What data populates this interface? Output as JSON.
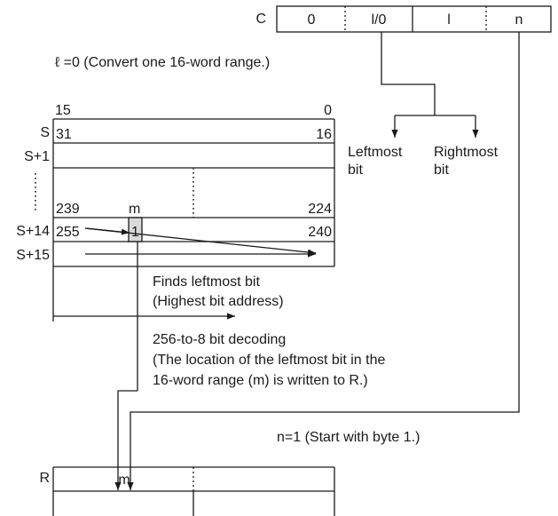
{
  "control_word": {
    "label": "C",
    "fields": [
      "0",
      "l/0",
      "l",
      "n"
    ]
  },
  "range_note": "ℓ =0 (Convert one 16-word range.)",
  "source": {
    "bit_high": "15",
    "bit_low": "0",
    "rows": [
      {
        "label": "S",
        "left": "31",
        "right": "16"
      },
      {
        "label": "S+1",
        "left": "",
        "right": ""
      },
      {
        "label": "",
        "left": "239",
        "mid": "m",
        "right": "224"
      },
      {
        "label": "S+14",
        "left": "255",
        "mid": "1",
        "right": "240"
      },
      {
        "label": "S+15",
        "left": "",
        "right": ""
      }
    ]
  },
  "bit_labels": {
    "leftmost": [
      "Leftmost",
      "bit"
    ],
    "rightmost": [
      "Rightmost",
      "bit"
    ]
  },
  "finds_note": [
    "Finds leftmost bit",
    "(Highest bit address)"
  ],
  "decode_note": [
    "256-to-8 bit decoding",
    "(The location of the leftmost bit in the",
    "16-word range (m) is written to R.)"
  ],
  "start_note": "n=1 (Start with byte 1.)",
  "result": {
    "label": "R",
    "value": "m"
  }
}
